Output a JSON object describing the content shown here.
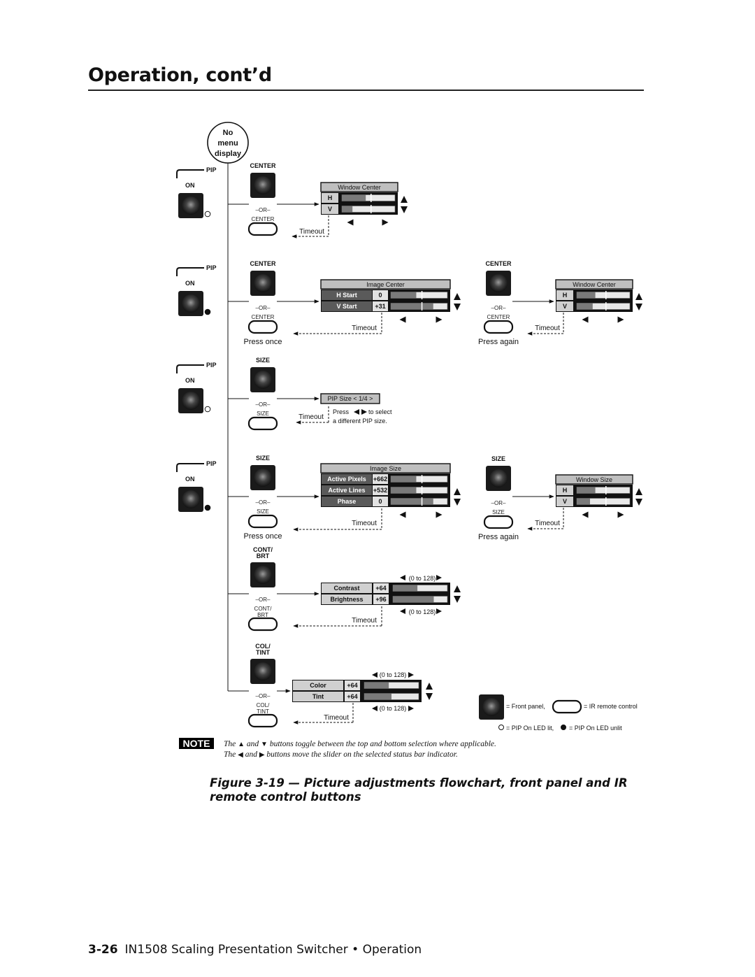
{
  "header": {
    "title": "Operation, cont’d"
  },
  "start_node": {
    "line1": "No",
    "line2": "menu",
    "line3": "display"
  },
  "labels": {
    "pip": "PIP",
    "on": "ON",
    "or": "–OR–",
    "timeout": "Timeout",
    "press_once": "Press once",
    "press_again": "Press again",
    "center": "CENTER",
    "size": "SIZE",
    "cont_brt_1": "CONT/",
    "cont_brt_2": "BRT",
    "col_tint_1": "COL/",
    "col_tint_2": "TINT",
    "ir_cont_brt_1": "CONT/",
    "ir_cont_brt_2": "BRT",
    "ir_col_tint_1": "COL/",
    "ir_col_tint_2": "TINT"
  },
  "menus": {
    "window_center": {
      "title": "Window Center",
      "rows": [
        {
          "label": "H"
        },
        {
          "label": "V"
        }
      ]
    },
    "image_center": {
      "title": "Image Center",
      "rows": [
        {
          "label": "H Start",
          "value": "0"
        },
        {
          "label": "V Start",
          "value": "+31"
        }
      ]
    },
    "pip_size": {
      "title": "PIP Size < 1/4 >",
      "help1": "Press",
      "help2": "to select",
      "help3": "a different PIP size."
    },
    "image_size": {
      "title": "Image Size",
      "rows": [
        {
          "label": "Active Pixels",
          "value": "+662"
        },
        {
          "label": "Active Lines",
          "value": "+532"
        },
        {
          "label": "Phase",
          "value": "0"
        }
      ]
    },
    "window_size": {
      "title": "Window Size",
      "rows": [
        {
          "label": "H"
        },
        {
          "label": "V"
        }
      ]
    },
    "contrast": {
      "rows": [
        {
          "label": "Contrast",
          "value": "+64"
        },
        {
          "label": "Brightness",
          "value": "+96"
        }
      ],
      "range": "(0 to 128)"
    },
    "color": {
      "rows": [
        {
          "label": "Color",
          "value": "+64"
        },
        {
          "label": "Tint",
          "value": "+64"
        }
      ],
      "range": "(0 to 128)"
    }
  },
  "legend": {
    "front_panel": "= Front panel,",
    "ir_remote": "= IR remote control",
    "led_lit": "= PIP On LED lit,",
    "led_unlit": "= PIP On LED unlit"
  },
  "note": {
    "badge": "NOTE",
    "line1_a": "The",
    "line1_b": "and",
    "line1_c": "buttons toggle between the top and bottom selection where applicable.",
    "line2_a": "The",
    "line2_b": "and",
    "line2_c": "buttons move the slider on the selected status bar indicator."
  },
  "caption": "Figure 3-19 — Picture adjustments flowchart, front panel and IR remote control buttons",
  "footer": {
    "page": "3-26",
    "text": "IN1508 Scaling Presentation Switcher • Operation"
  }
}
